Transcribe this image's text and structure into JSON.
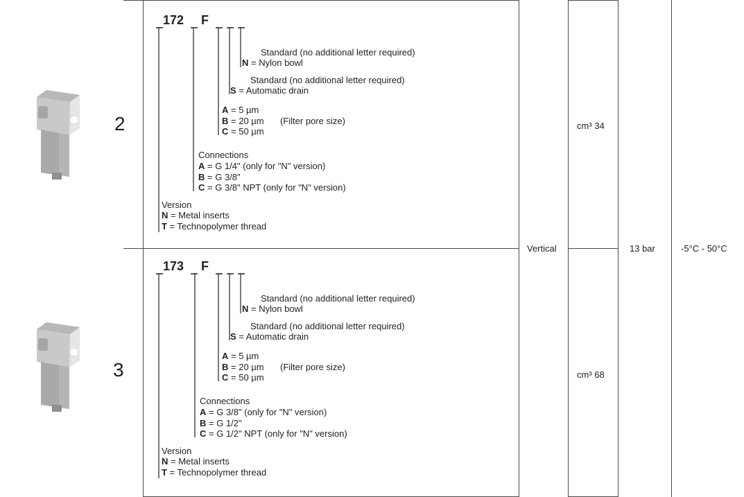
{
  "blocks": [
    {
      "size": "2",
      "code": "172",
      "suffix": "F",
      "volume": "cm³ 34",
      "bowl": {
        "std": "Standard (no additional letter required)",
        "letter": "N",
        "text": "= Nylon bowl"
      },
      "drain": {
        "std": "Standard (no additional letter required)",
        "letter": "S",
        "text": "= Automatic drain"
      },
      "filter": {
        "items": [
          {
            "letter": "A",
            "text": "= 5 µm"
          },
          {
            "letter": "B",
            "text": "= 20 µm"
          },
          {
            "letter": "C",
            "text": "= 50 µm"
          }
        ],
        "note": "(Filter pore size)"
      },
      "connections": {
        "title": "Connections",
        "items": [
          {
            "letter": "A",
            "text": "= G 1/4\" (only for \"N\" version)"
          },
          {
            "letter": "B",
            "text": "= G 3/8\""
          },
          {
            "letter": "C",
            "text": "= G 3/8\" NPT (only for \"N\" version)"
          }
        ]
      },
      "version": {
        "title": "Version",
        "items": [
          {
            "letter": "N",
            "text": "= Metal inserts"
          },
          {
            "letter": "T",
            "text": "= Technopolymer thread"
          }
        ]
      }
    },
    {
      "size": "3",
      "code": "173",
      "suffix": "F",
      "volume": "cm³ 68",
      "bowl": {
        "std": "Standard (no additional letter required)",
        "letter": "N",
        "text": "= Nylon bowl"
      },
      "drain": {
        "std": "Standard (no additional letter required)",
        "letter": "S",
        "text": "= Automatic drain"
      },
      "filter": {
        "items": [
          {
            "letter": "A",
            "text": "= 5 µm"
          },
          {
            "letter": "B",
            "text": "= 20 µm"
          },
          {
            "letter": "C",
            "text": "= 50 µm"
          }
        ],
        "note": "(Filter pore size)"
      },
      "connections": {
        "title": "Connections",
        "items": [
          {
            "letter": "A",
            "text": "= G 3/8\" (only for \"N\" version)"
          },
          {
            "letter": "B",
            "text": "= G 1/2\""
          },
          {
            "letter": "C",
            "text": "= G 1/2\" NPT (only for \"N\" version)"
          }
        ]
      },
      "version": {
        "title": "Version",
        "items": [
          {
            "letter": "N",
            "text": "= Metal inserts"
          },
          {
            "letter": "T",
            "text": "= Technopolymer thread"
          }
        ]
      }
    }
  ],
  "shared": {
    "mounting": "Vertical",
    "pressure": "13 bar",
    "temperature": "-5°C - 50°C"
  }
}
